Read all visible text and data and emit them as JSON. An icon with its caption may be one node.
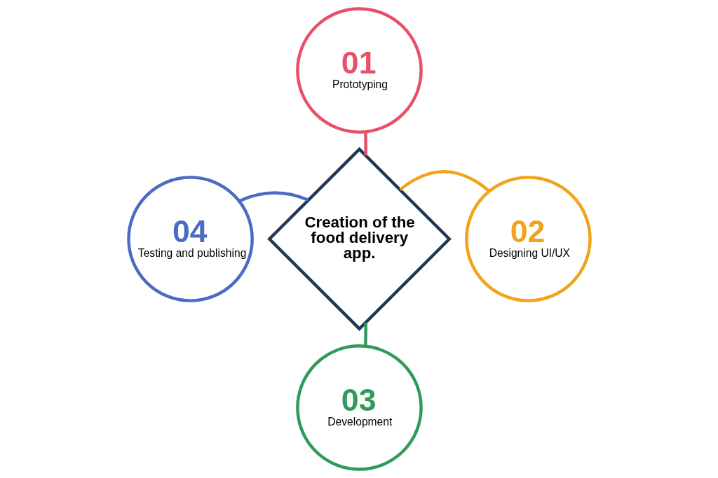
{
  "diagram": {
    "nodes": [
      {
        "text": [
          "Creation of the food delivery app."
        ]
      },
      {
        "text": [
          "01",
          "Prototyping"
        ]
      },
      {
        "text": [
          "02",
          "Designing UI/UX"
        ]
      },
      {
        "text": [
          "03",
          "Development"
        ]
      },
      {
        "text": [
          "04",
          "Testing and publishing"
        ]
      }
    ],
    "edges": [
      {
        "from": 1,
        "to": 0,
        "arrow": "none",
        "color": "#e8506a"
      },
      {
        "from": 2,
        "to": 0,
        "arrow": "none",
        "color": "#f2a31b"
      },
      {
        "from": 3,
        "to": 0,
        "arrow": "none",
        "color": "#2f9a5c"
      },
      {
        "from": 4,
        "to": 0,
        "arrow": "none",
        "color": "#4a6cc2"
      }
    ]
  }
}
